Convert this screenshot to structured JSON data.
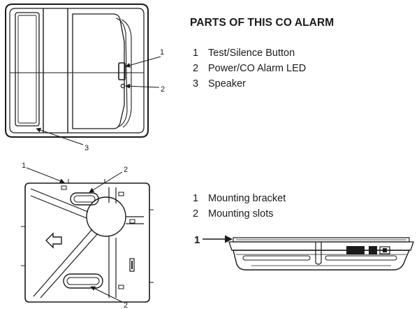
{
  "title": "PARTS OF THIS CO ALARM",
  "alarm_parts": [
    {
      "num": "1",
      "label": "Test/Silence Button"
    },
    {
      "num": "2",
      "label": "Power/CO Alarm LED"
    },
    {
      "num": "3",
      "label": "Speaker"
    }
  ],
  "bracket_parts": [
    {
      "num": "1",
      "label": "Mounting bracket"
    },
    {
      "num": "2",
      "label": "Mounting slots"
    }
  ],
  "callouts": {
    "alarm_button": "1",
    "alarm_led": "2",
    "alarm_speaker": "3",
    "bracket_top": "1",
    "bracket_slot_top": "2",
    "bracket_slot_bottom": "2",
    "side_bracket": "1"
  }
}
